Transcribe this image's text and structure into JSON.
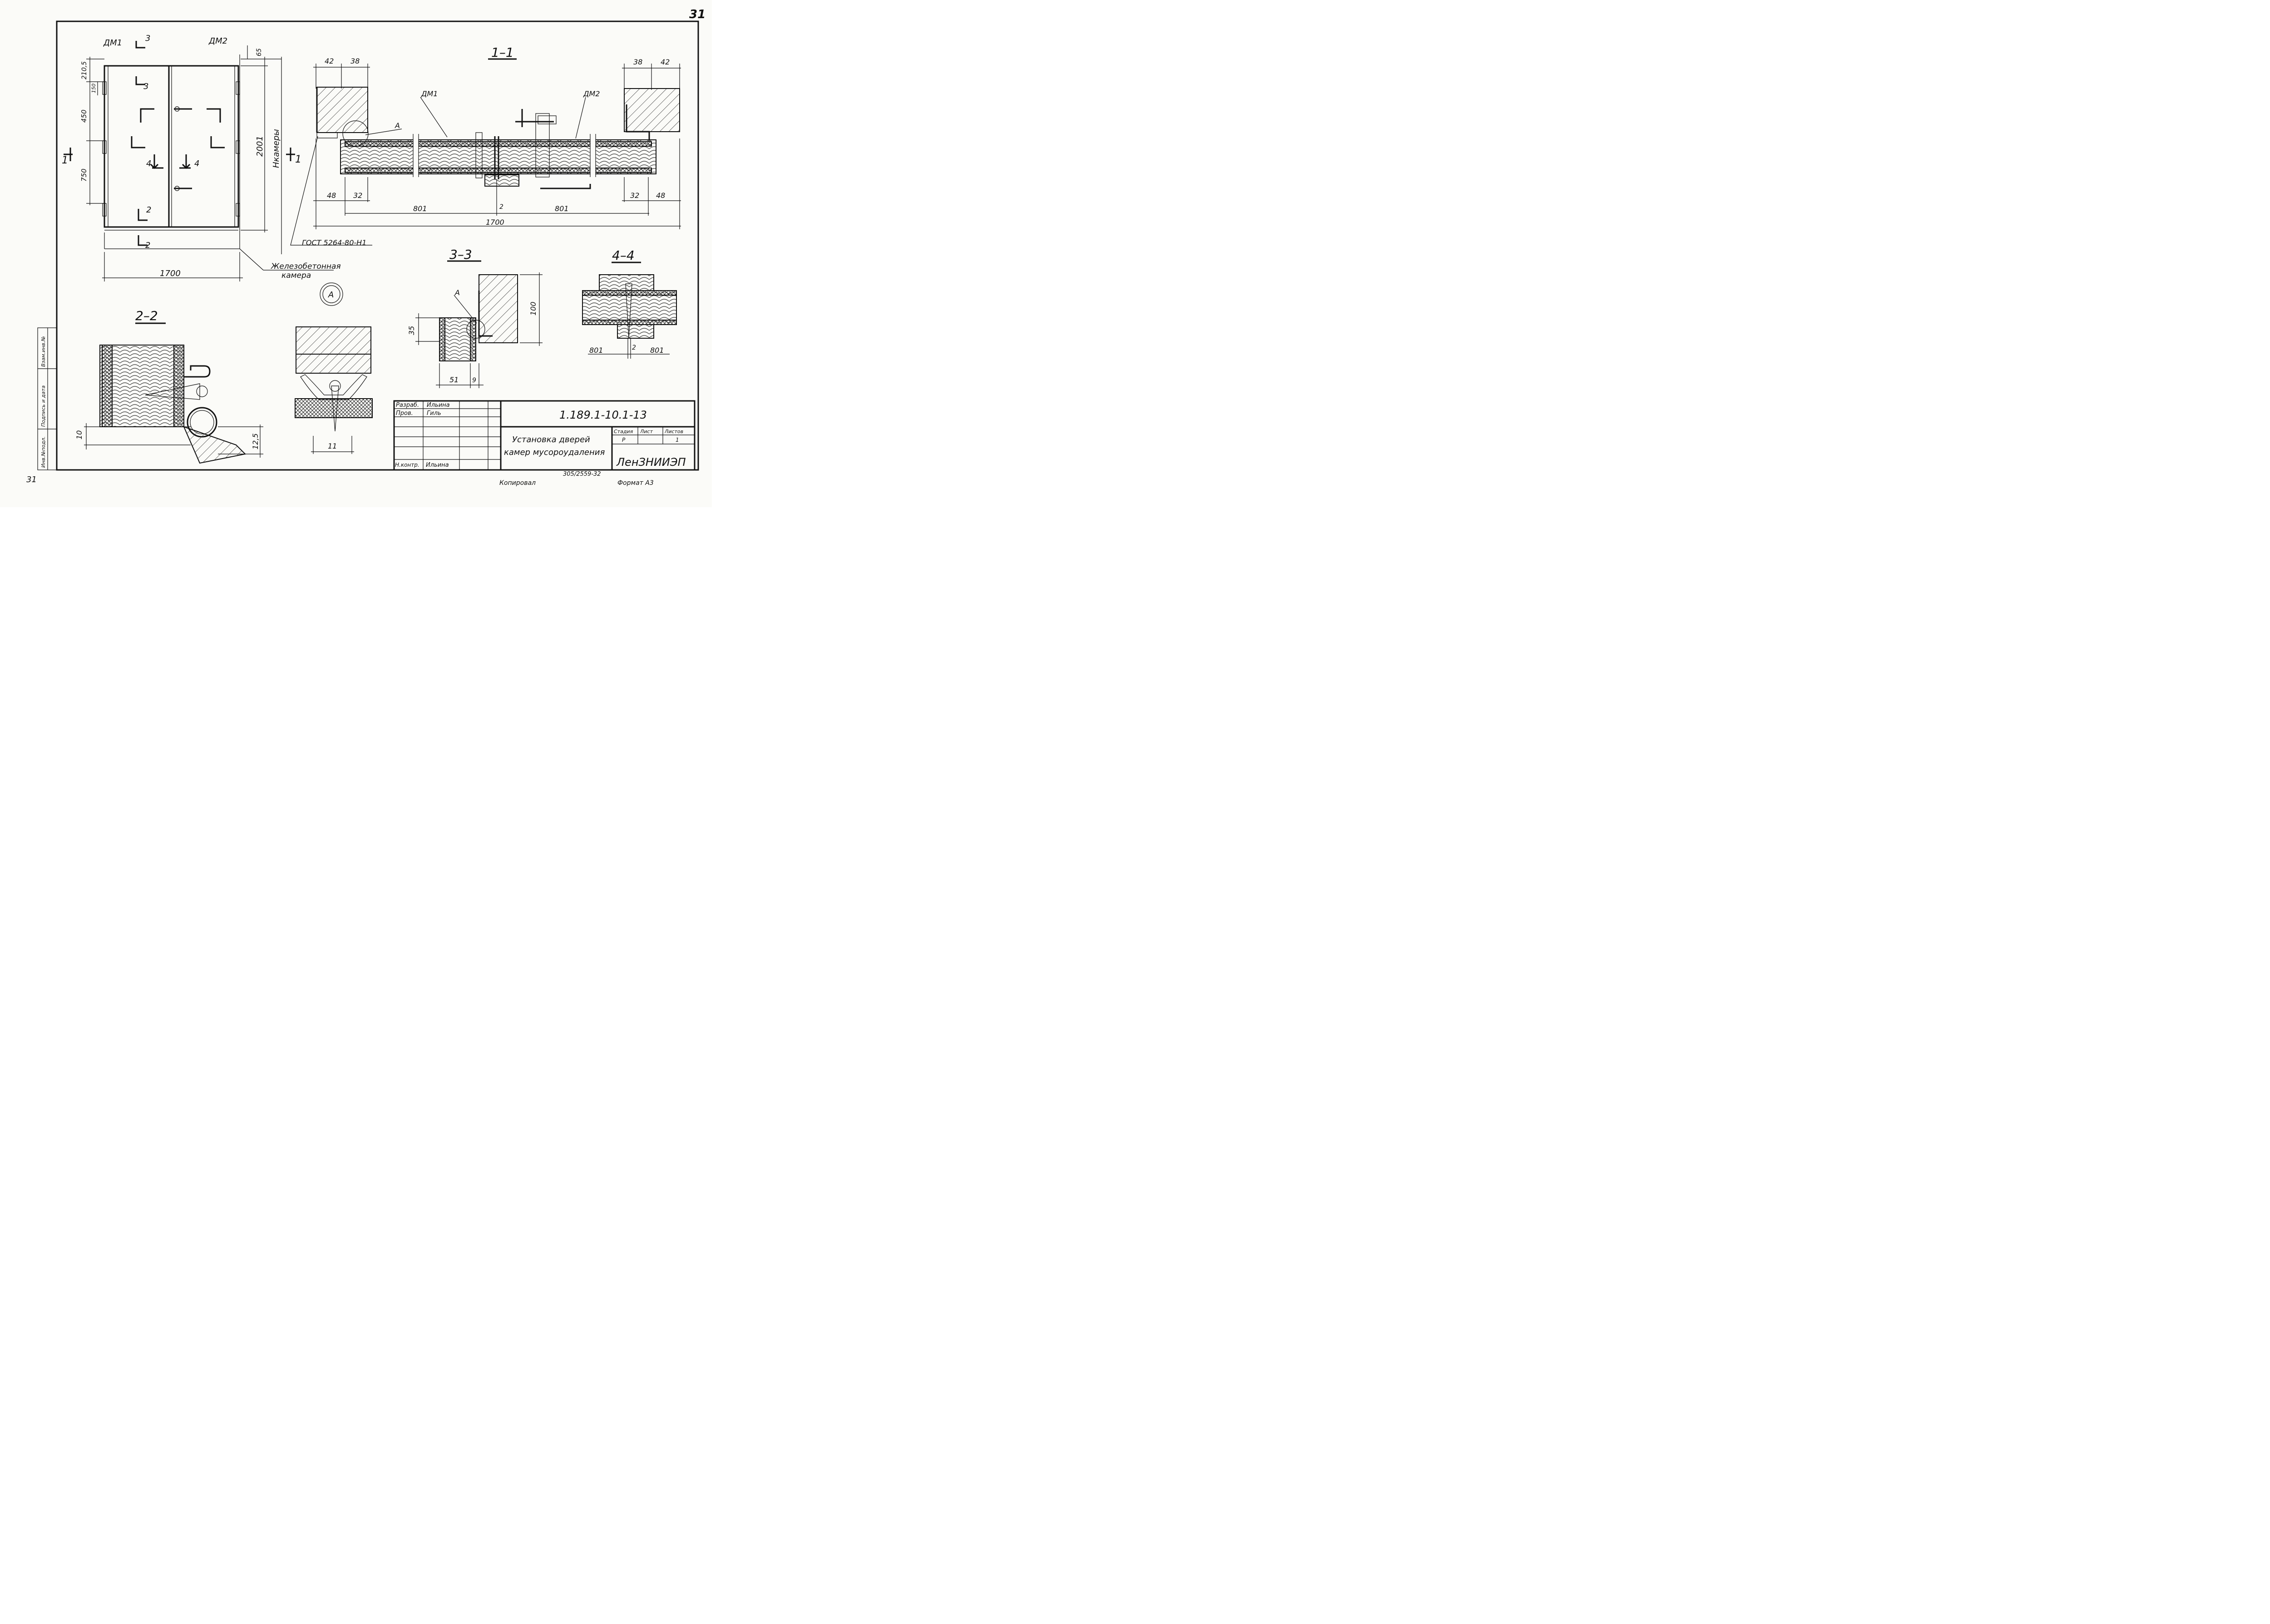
{
  "page_number": "31",
  "page_number_bottom": "31",
  "elevation": {
    "leaf_left": "ДМ1",
    "leaf_right": "ДМ2",
    "dim_top_gap": "210,5",
    "dim_hinge_small": "150",
    "dim_upper": "450",
    "dim_lower": "750",
    "dim_height": "2001",
    "dim_top_right": "65",
    "chamber_height": "Нкамеры",
    "dim_width": "1700",
    "gost_label": "ГОСТ 5264-80-Н1",
    "chamber_label_line1": "Железобетонная",
    "chamber_label_line2": "камера",
    "cut_3": "3",
    "cut_4": "4",
    "cut_2": "2",
    "cut_1": "1"
  },
  "section_1_1": {
    "title": "1–1",
    "left_42": "42",
    "left_38": "38",
    "right_38": "38",
    "right_42": "42",
    "label_dm1": "ДМ1",
    "label_dm2": "ДМ2",
    "detail_ref": "А",
    "dim_48_left": "48",
    "dim_32_left": "32",
    "dim_32_right": "32",
    "dim_48_right": "48",
    "dim_801_left": "801",
    "dim_gap": "2",
    "dim_801_right": "801",
    "dim_total": "1700"
  },
  "detail_callout": "А",
  "section_2_2": {
    "title": "2–2",
    "dim_10": "10",
    "dim_12_5": "12,5"
  },
  "section_nail": {
    "dim_11": "11"
  },
  "section_3_3": {
    "title": "3–3",
    "detail_ref": "А",
    "dim_35": "35",
    "dim_100": "100",
    "dim_51": "51",
    "dim_9": "9"
  },
  "section_4_4": {
    "title": "4–4",
    "dim_801_left": "801",
    "dim_2": "2",
    "dim_801_right": "801"
  },
  "side_stamp": {
    "inv": "Инв.№подл.",
    "sign": "Подпись и дата",
    "replace": "Взам.инв.№"
  },
  "title_block": {
    "role_1": "Разраб.",
    "name_1": "Ильина",
    "role_2": "Пров.",
    "name_2": "Гиль",
    "role_3": "Н.контр.",
    "name_3": "Ильина",
    "code": "1.189.1-10.1-13",
    "title_line1": "Установка дверей",
    "title_line2": "камер мусороудаления",
    "stage_label": "Стадия",
    "sheet_label": "Лист",
    "sheets_label": "Листов",
    "stage": "Р",
    "sheets": "1",
    "org": "ЛенЗНИИЭП"
  },
  "footer": {
    "copied": "Копировал",
    "format": "Формат А3",
    "archive": "305/2559-32"
  }
}
